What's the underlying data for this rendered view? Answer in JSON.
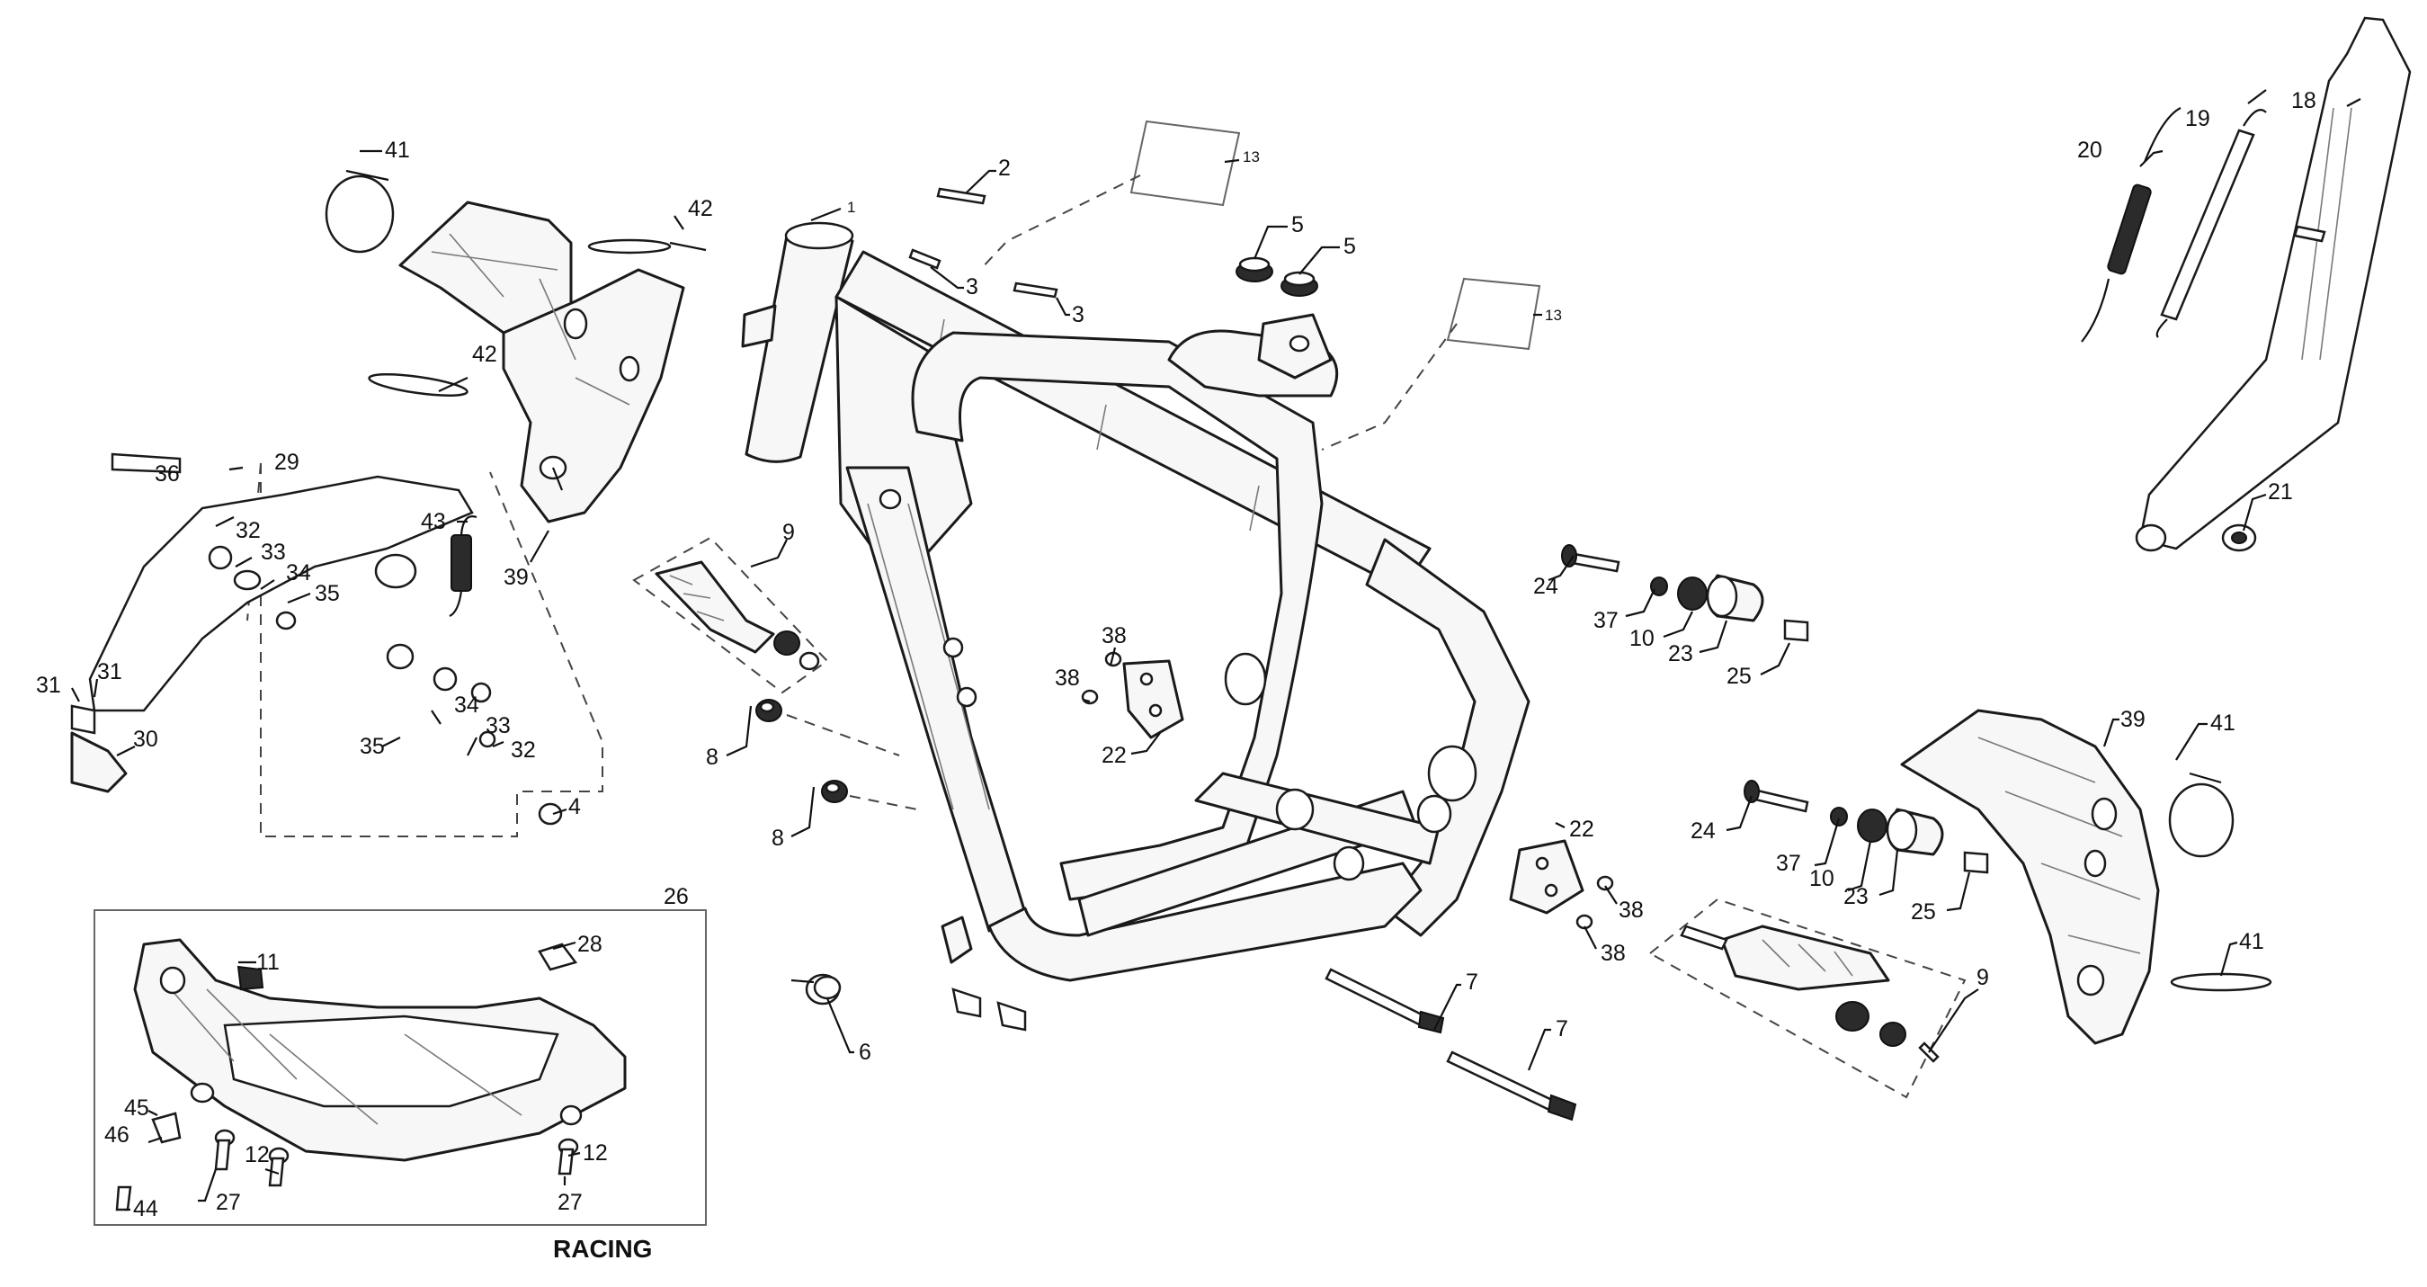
{
  "caption": "RACING",
  "callouts": {
    "c1": "1",
    "c2": "2",
    "c3a": "3",
    "c3b": "3",
    "c4": "4",
    "c5a": "5",
    "c5b": "5",
    "c6": "6",
    "c7a": "7",
    "c7b": "7",
    "c8a": "8",
    "c8b": "8",
    "c9a": "9",
    "c9b": "9",
    "c10a": "10",
    "c10b": "10",
    "c11": "11",
    "c12a": "12",
    "c12b": "12",
    "c13a": "13",
    "c13b": "13",
    "c18": "18",
    "c19": "19",
    "c20": "20",
    "c21": "21",
    "c22a": "22",
    "c22b": "22",
    "c23a": "23",
    "c23b": "23",
    "c24a": "24",
    "c24b": "24",
    "c25a": "25",
    "c25b": "25",
    "c26": "26",
    "c27a": "27",
    "c27b": "27",
    "c28": "28",
    "c29": "29",
    "c30": "30",
    "c31a": "31",
    "c31b": "31",
    "c32a": "32",
    "c32b": "32",
    "c33a": "33",
    "c33b": "33",
    "c34a": "34",
    "c34b": "34",
    "c35a": "35",
    "c35b": "35",
    "c36": "36",
    "c37a": "37",
    "c37b": "37",
    "c38a": "38",
    "c38b": "38",
    "c38c": "38",
    "c38d": "38",
    "c39a": "39",
    "c39b": "39",
    "c41a": "41",
    "c41b": "41",
    "c41c": "41",
    "c42a": "42",
    "c42b": "42",
    "c43": "43",
    "c44": "44",
    "c45": "45",
    "c46": "46"
  }
}
